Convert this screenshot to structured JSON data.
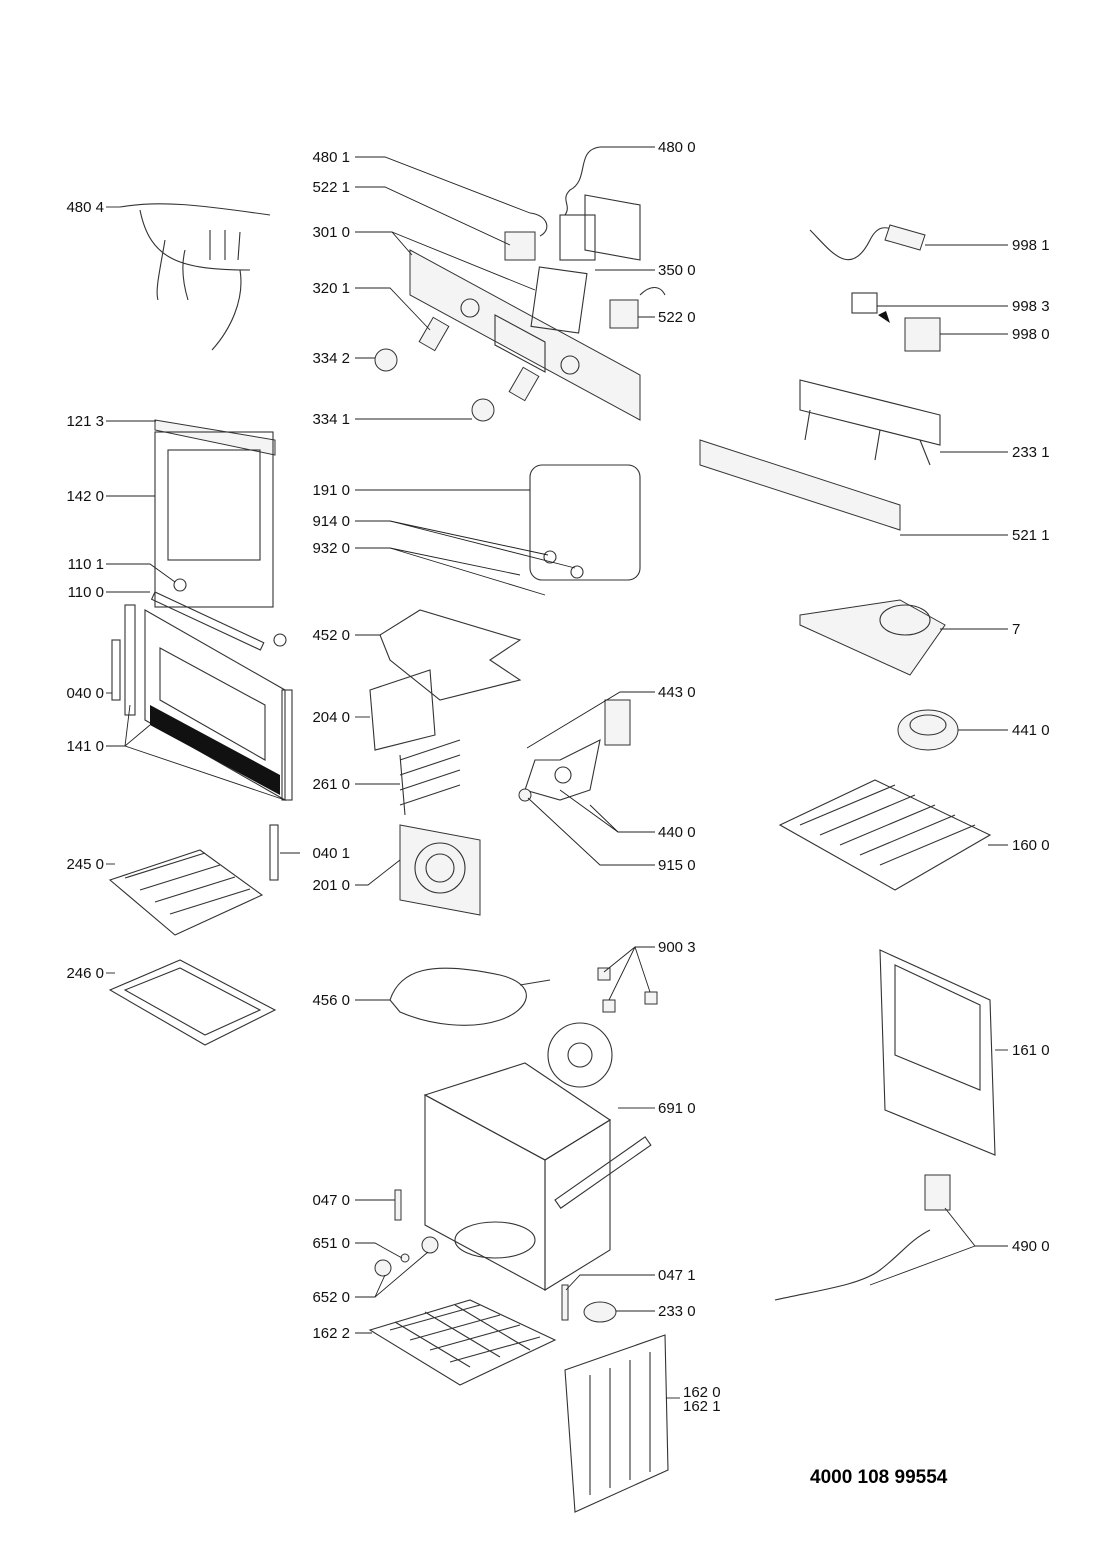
{
  "labels": [
    "480 1",
    "480 0",
    "480 4",
    "522 1",
    "301 0",
    "350 0",
    "998 1",
    "320 1",
    "998 3",
    "522 0",
    "998 0",
    "334 2",
    "334 1",
    "121 3",
    "233 1",
    "142 0",
    "191 0",
    "914 0",
    "521 1",
    "932 0",
    "110 1",
    "110 0",
    "7",
    "452 0",
    "443 0",
    "040 0",
    "204 0",
    "141 0",
    "441 0",
    "261 0",
    "440 0",
    "040 1",
    "160 0",
    "245 0",
    "201 0",
    "915 0",
    "900 3",
    "246 0",
    "456 0",
    "161 0",
    "691 0",
    "047 0",
    "651 0",
    "490 0",
    "047 1",
    "652 0",
    "233 0",
    "162 2",
    "162 0",
    "162 1"
  ],
  "document_number": "4000 108 99554",
  "colors": {
    "line": "#222222",
    "background": "#ffffff"
  }
}
